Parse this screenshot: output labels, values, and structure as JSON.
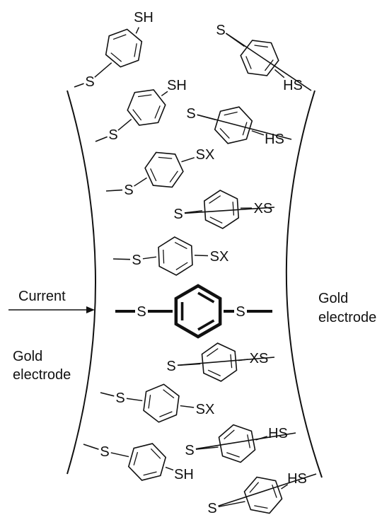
{
  "labels": {
    "current": "Current",
    "left_electrode": [
      "Gold",
      "electrode"
    ],
    "right_electrode": [
      "Gold",
      "electrode"
    ]
  },
  "colors": {
    "stroke": "#111111",
    "background": "#ffffff"
  },
  "molecules": [
    {
      "left": "S",
      "right": "SH"
    },
    {
      "left": "HS",
      "right": "S"
    },
    {
      "left": "S",
      "right": "SH"
    },
    {
      "left": "HS",
      "right": "S"
    },
    {
      "left": "S",
      "right": "SX"
    },
    {
      "left": "XS",
      "right": "S"
    },
    {
      "left": "S",
      "right": "SX"
    },
    {
      "left": "S",
      "right": "S"
    },
    {
      "left": "XS",
      "right": "S"
    },
    {
      "left": "S",
      "right": "SX"
    },
    {
      "left": "HS",
      "right": "S"
    },
    {
      "left": "S",
      "right": "SH"
    },
    {
      "left": "HS",
      "right": "S"
    }
  ]
}
